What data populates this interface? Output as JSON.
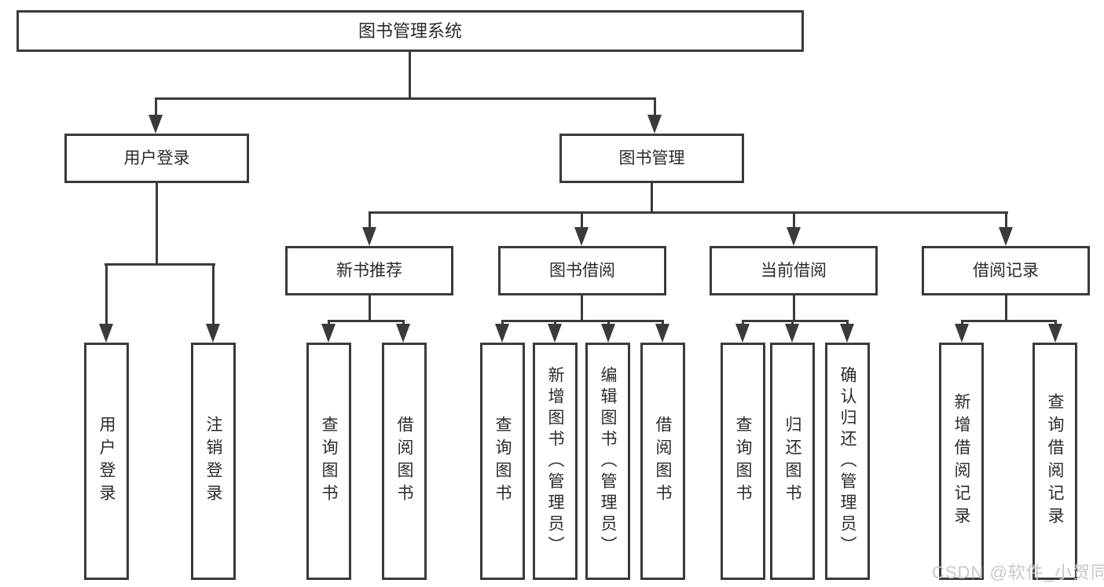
{
  "diagram": {
    "root_label": "图书管理系统",
    "level2": {
      "user_login": "用户登录",
      "book_management": "图书管理"
    },
    "level3": {
      "new_book_recommend": "新书推荐",
      "book_borrow": "图书借阅",
      "current_borrow": "当前借阅",
      "borrow_record": "借阅记录"
    },
    "leaves": {
      "user_login": [
        "用户登录",
        "注销登录"
      ],
      "new_book_recommend": [
        "查询图书",
        "借阅图书"
      ],
      "book_borrow": [
        "查询图书",
        "新增图书（管理员）",
        "编辑图书（管理员）",
        "借阅图书"
      ],
      "current_borrow": [
        "查询图书",
        "归还图书",
        "确认归还（管理员）"
      ],
      "borrow_record": [
        "新增借阅记录",
        "查询借阅记录"
      ]
    }
  },
  "watermark": "CSDN @软件_小贺同学",
  "colors": {
    "line": "#3a3a3a",
    "text": "#2b2b2b",
    "watermark": "#c8c8c8",
    "background": "#ffffff"
  }
}
